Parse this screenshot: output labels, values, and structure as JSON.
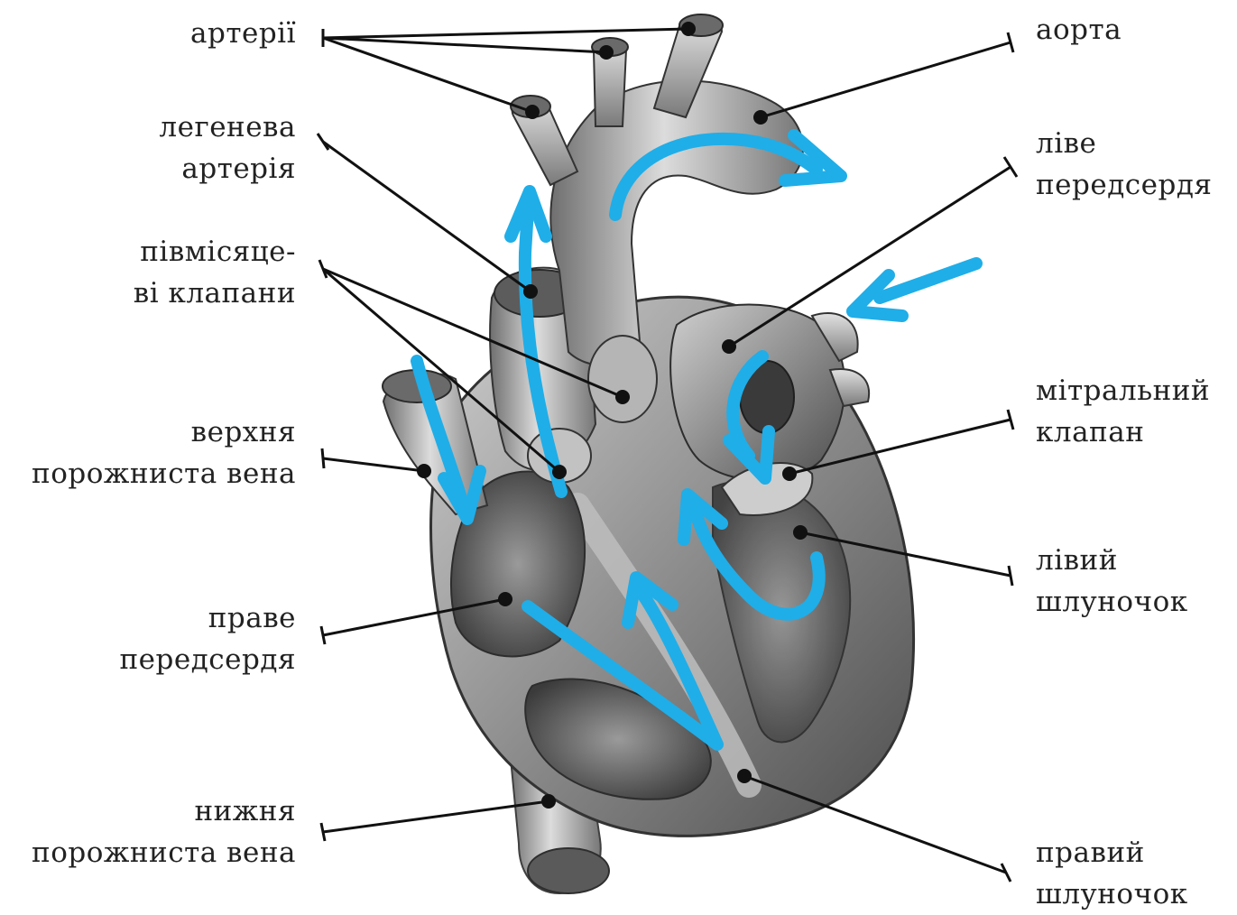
{
  "colors": {
    "flow_arrow": "#1faee8",
    "leader_line": "#111111",
    "tissue_dark": "#3a3a3a",
    "tissue_mid": "#8c8c8c",
    "tissue_light": "#d9d9d9"
  },
  "labels": {
    "arteries": "артерії",
    "pulmonary_artery": [
      "легенева",
      "артерія"
    ],
    "semilunar_valves": [
      "півмісяце-",
      "ві клапани"
    ],
    "superior_vena_cava": [
      "верхня",
      "порожниста вена"
    ],
    "right_atrium": [
      "праве",
      "передсердя"
    ],
    "inferior_vena_cava": [
      "нижня",
      "порожниста вена"
    ],
    "aorta": "аорта",
    "left_atrium": [
      "ліве",
      "передсердя"
    ],
    "mitral_valve": [
      "мітральний",
      "клапан"
    ],
    "left_ventricle": [
      "лівий",
      "шлуночок"
    ],
    "right_ventricle": [
      "правий",
      "шлуночок"
    ]
  }
}
